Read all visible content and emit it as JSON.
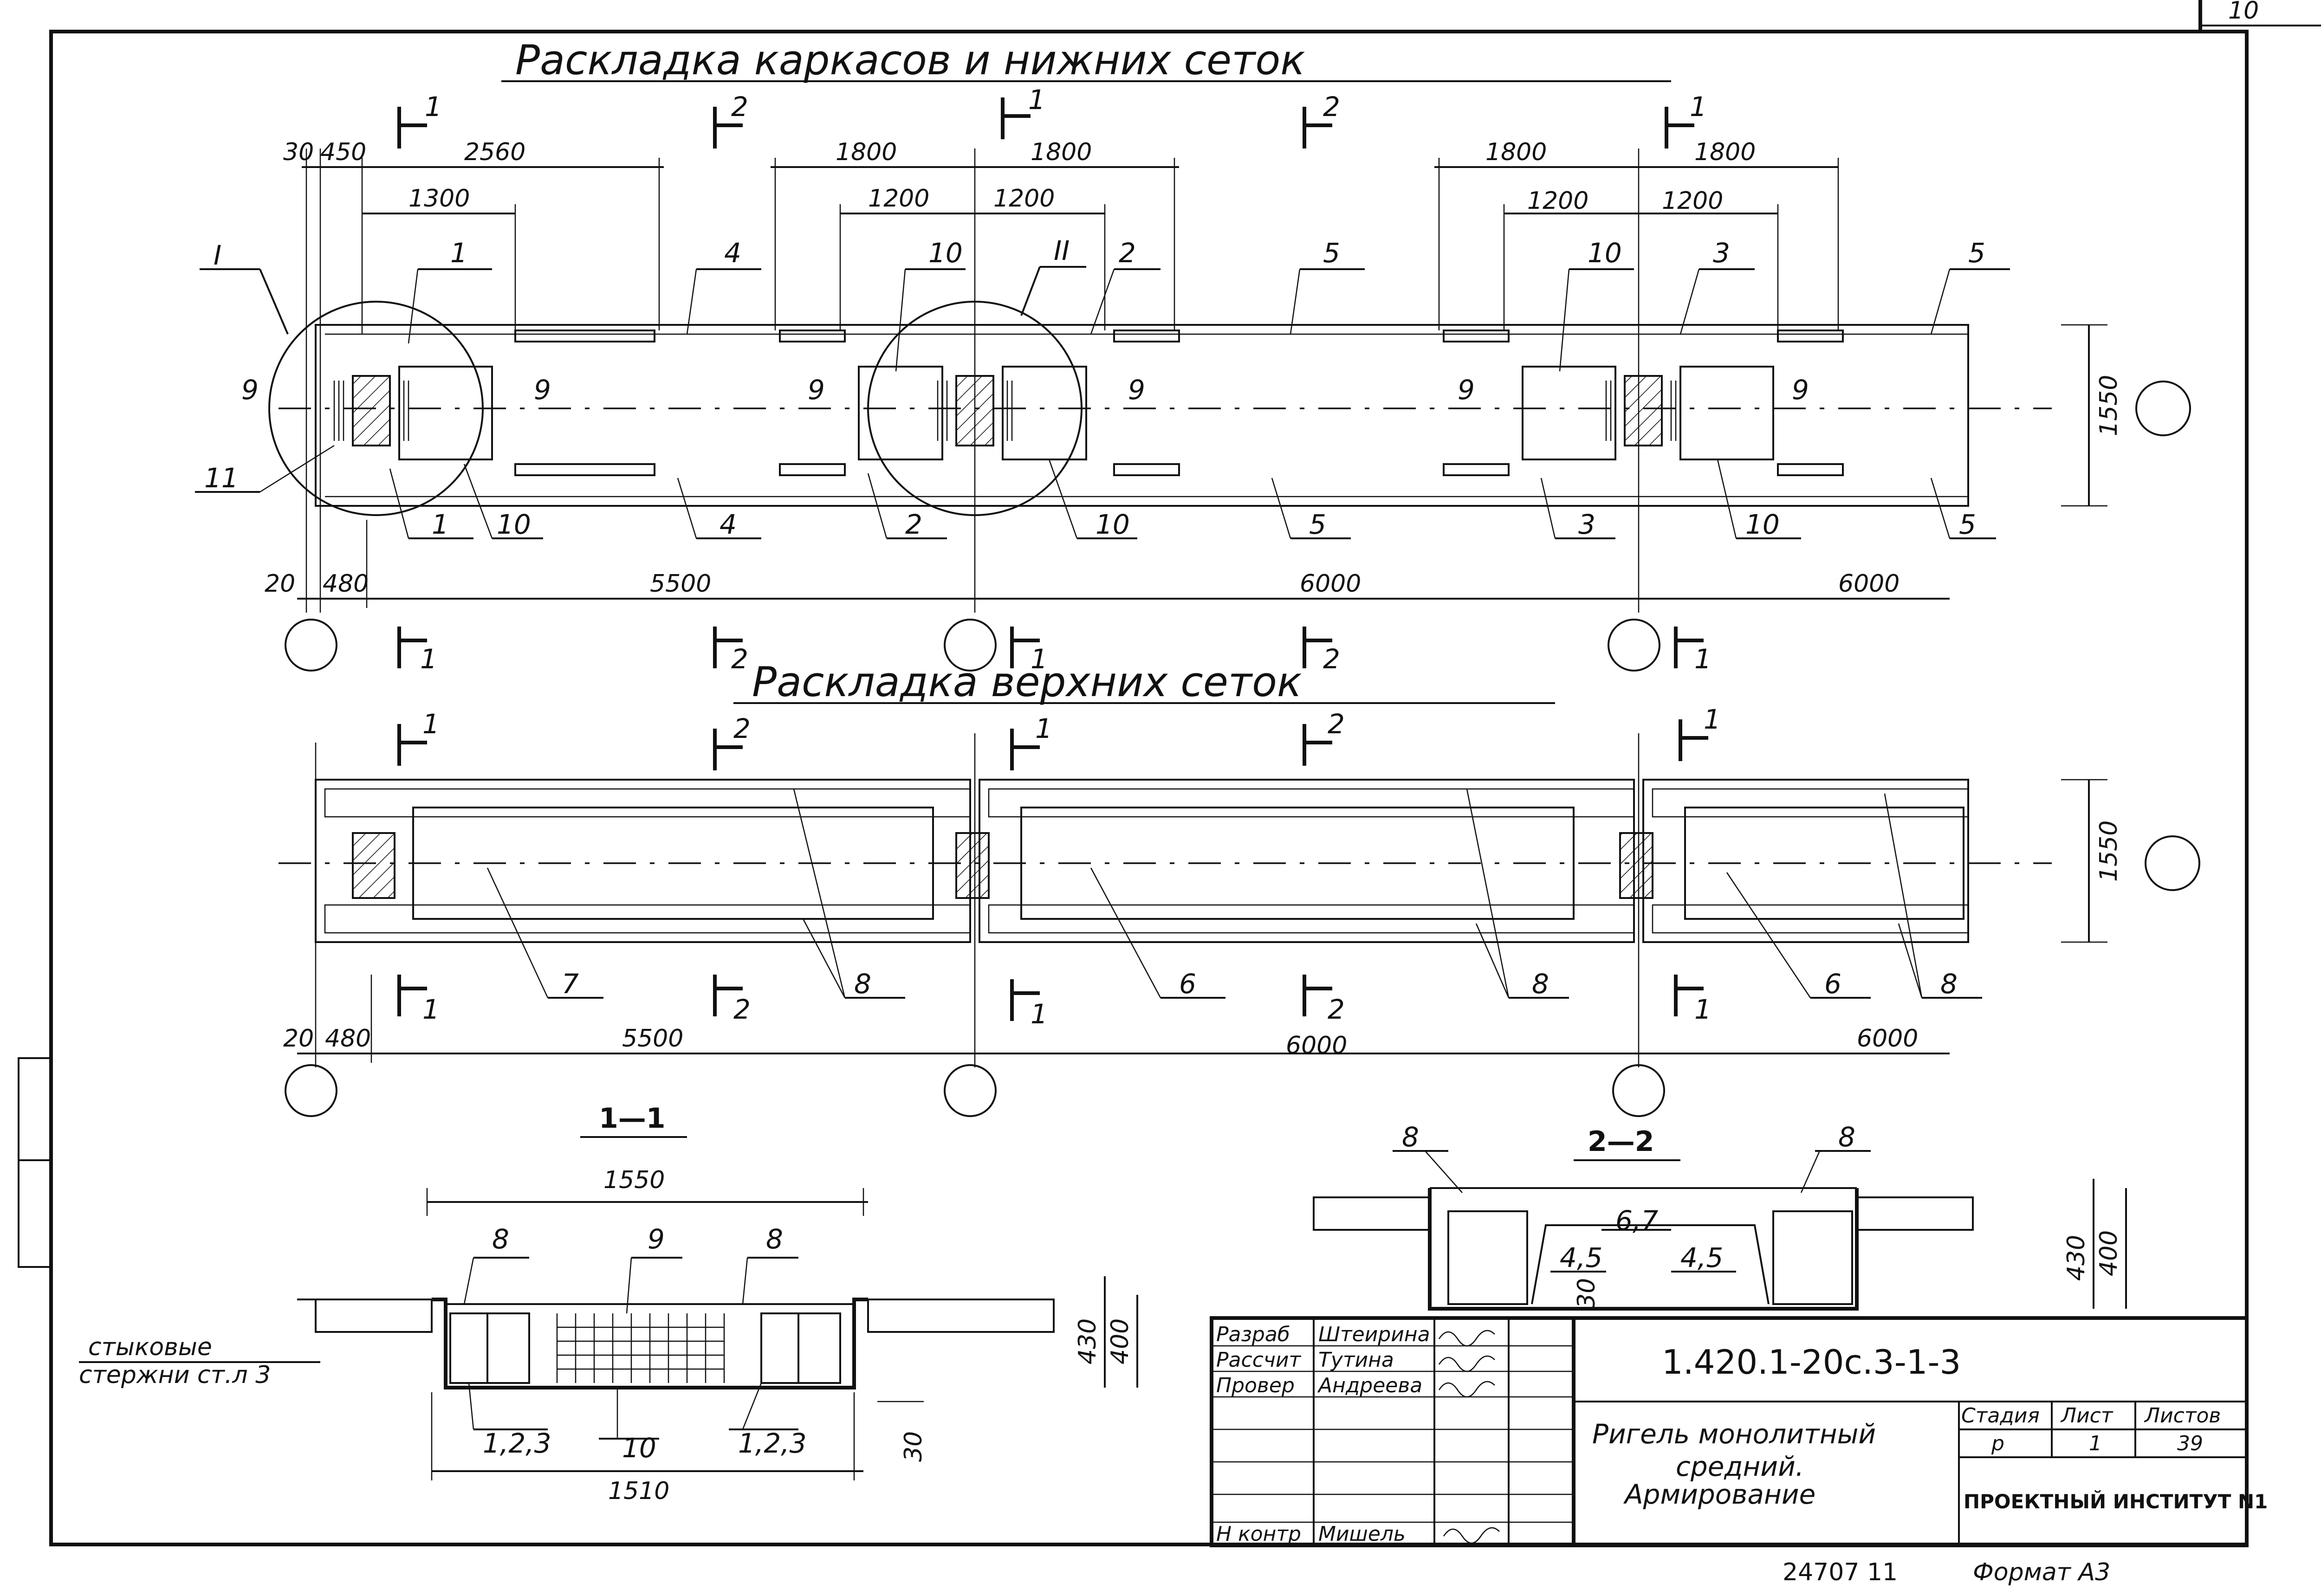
{
  "sheet_corner_number": "10",
  "plan_top": {
    "title": "Раскладка каркасов и нижних сеток",
    "dims_top": [
      "30",
      "450",
      "2560",
      "1300",
      "1800",
      "1200",
      "1800",
      "1200",
      "1800",
      "1200",
      "1800",
      "1200"
    ],
    "dims_bottom": [
      "20",
      "480",
      "5500",
      "6000",
      "6000"
    ],
    "width_dim": "1550",
    "marks": [
      "1",
      "1",
      "10",
      "4",
      "4",
      "10",
      "2",
      "2",
      "10",
      "5",
      "5",
      "10",
      "3",
      "3",
      "10",
      "5",
      "5",
      "9",
      "9",
      "9",
      "9",
      "9",
      "9",
      "11"
    ],
    "node_I": "I",
    "node_II": "II",
    "section_marks": [
      "1",
      "2",
      "1",
      "2",
      "1"
    ]
  },
  "plan_bottom": {
    "title": "Раскладка верхних сеток",
    "dims_bottom": [
      "20",
      "480",
      "5500",
      "6000",
      "6000"
    ],
    "width_dim": "1550",
    "marks": [
      "7",
      "8",
      "6",
      "8",
      "6",
      "8"
    ],
    "section_marks": [
      "1",
      "2",
      "1",
      "2",
      "1"
    ]
  },
  "section_1_1": {
    "title": "1—1",
    "width_top": "1550",
    "width_bottom": "1510",
    "height_outer": "430",
    "height_inner": "400",
    "cover": "30",
    "marks": [
      "8",
      "9",
      "8",
      "1,2,3",
      "10",
      "1,2,3"
    ],
    "note_line1": "стыковые",
    "note_line2": "стержни ст.л 3"
  },
  "section_2_2": {
    "title": "2—2",
    "height_outer": "430",
    "height_inner": "400",
    "cover": "30",
    "marks": [
      "8",
      "8",
      "6,7",
      "4,5",
      "4,5"
    ]
  },
  "title_block": {
    "doc_code": "1.420.1-20с.3-1-3",
    "rows": [
      {
        "role": "Разраб",
        "name": "Штеирина"
      },
      {
        "role": "Рассчит",
        "name": "Тутина"
      },
      {
        "role": "Провер",
        "name": "Андреева"
      },
      {
        "role": "",
        "name": ""
      },
      {
        "role": "",
        "name": ""
      },
      {
        "role": "",
        "name": ""
      },
      {
        "role": "Н контр",
        "name": "Мишель"
      }
    ],
    "title_line1": "Ригель монолитный",
    "title_line2": "средний.",
    "title_line3": "Армирование",
    "stage_label": "Стадия",
    "sheet_label": "Лист",
    "sheets_label": "Листов",
    "stage": "р",
    "sheet": "1",
    "sheets": "39",
    "institute": "ПРОЕКТНЫЙ ИНСТИТУТ N1"
  },
  "footer": {
    "inventory": "24707  11",
    "format": "Формат А3"
  }
}
